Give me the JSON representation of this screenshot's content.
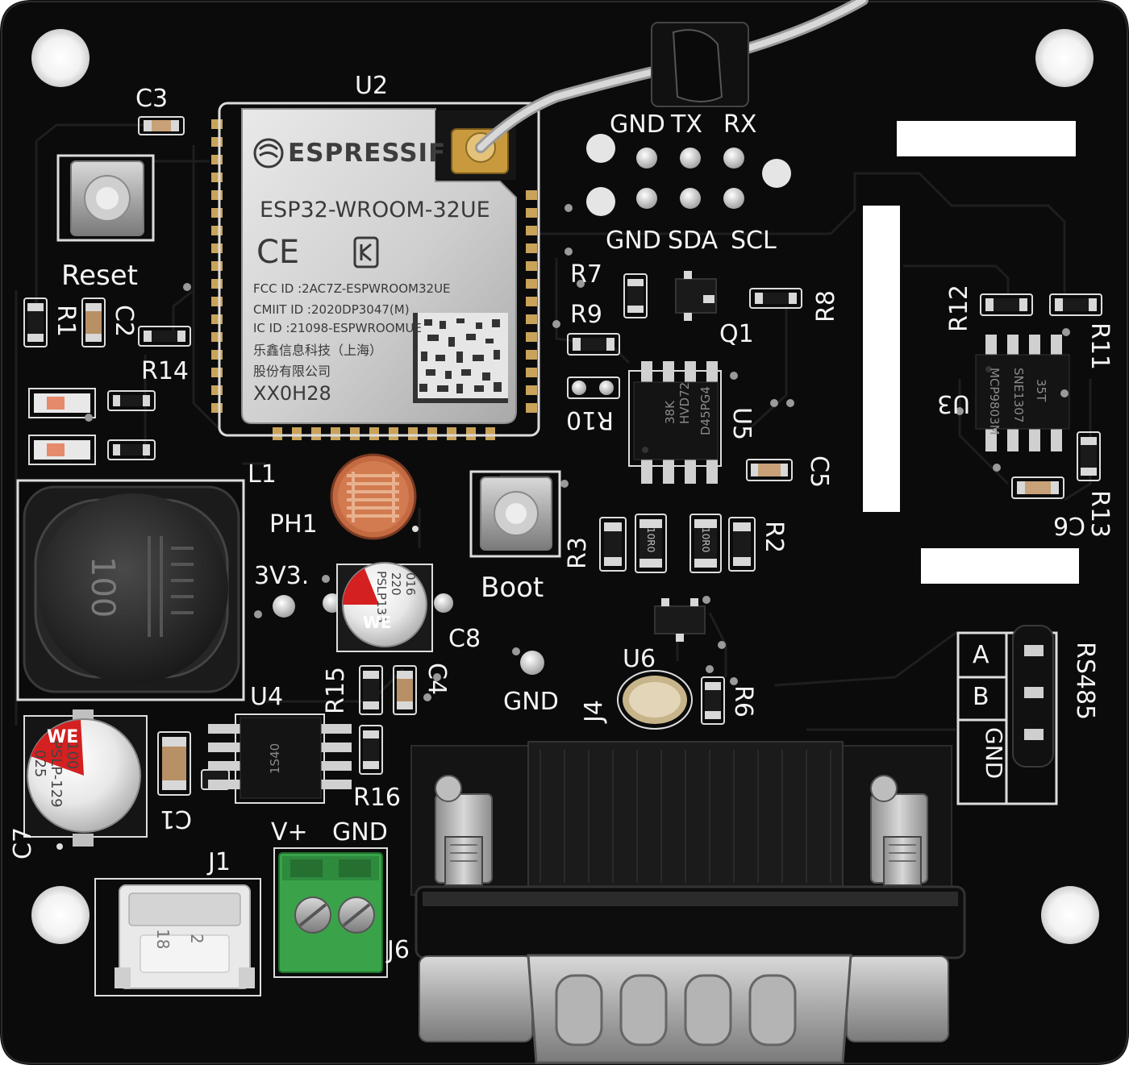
{
  "module": {
    "brand": "ESPRESSIF",
    "model": "ESP32-WROOM-32UE",
    "ce_mark": "CE",
    "fcc": "FCC ID :2AC7Z-ESPWROOM32UE",
    "cmiit": "CMIIT ID :2020DP3047(M)",
    "ic": "IC ID :21098-ESPWROOMUE",
    "maker_line1": "乐鑫信息科技（上海）",
    "maker_line2": "股份有限公司",
    "lot": "XX0H28"
  },
  "silkscreen": {
    "u2": "U2",
    "c3": "C3",
    "reset": "Reset",
    "r1": "R1",
    "c2": "C2",
    "r14": "R14",
    "gnd_top": "GND",
    "tx": "TX",
    "rx": "RX",
    "gnd_mid": "GND",
    "sda": "SDA",
    "scl": "SCL",
    "r7": "R7",
    "r9": "R9",
    "r8": "R8",
    "q1": "Q1",
    "r10": "R10",
    "u5": "U5",
    "c5": "C5",
    "r12": "R12",
    "r11": "R11",
    "u3": "U3",
    "r13": "R13",
    "c6": "C6",
    "l1": "L1",
    "ph1": "PH1",
    "boot": "Boot",
    "r3": "R3",
    "r2": "R2",
    "v33": "3V3.",
    "c8": "C8",
    "u6": "U6",
    "r6": "R6",
    "j4": "J4",
    "gnd_j4": "GND",
    "r15": "R15",
    "c4": "C4",
    "u4": "U4",
    "r16": "R16",
    "c1": "C1",
    "c7": "C7",
    "j1": "J1",
    "vplus": "V+",
    "gnd_term": "GND",
    "j6": "J6",
    "rs485": "RS485",
    "a": "A",
    "b": "B",
    "gnd_rs": "GND"
  },
  "parts": {
    "inductor_mark": "100",
    "u5_mark1": "HVD72",
    "u5_mark2": "38K",
    "u5_mark3": "D45PG4",
    "u3_mark1": "MCP9803M",
    "u3_mark2": "SNE1307",
    "u3_mark3": "35T",
    "c8_mark1": "220",
    "c8_mark2": "PSLP133",
    "c8_mark3": "016",
    "c8_brand": "WE",
    "c7_mark1": "100",
    "c7_mark2": "PSLP-129",
    "c7_mark3": "025",
    "c7_brand": "WE",
    "u4_mark": "1S40",
    "usb_mark1": "18",
    "usb_mark2": "2",
    "r_mark_10r0": "10R0"
  }
}
